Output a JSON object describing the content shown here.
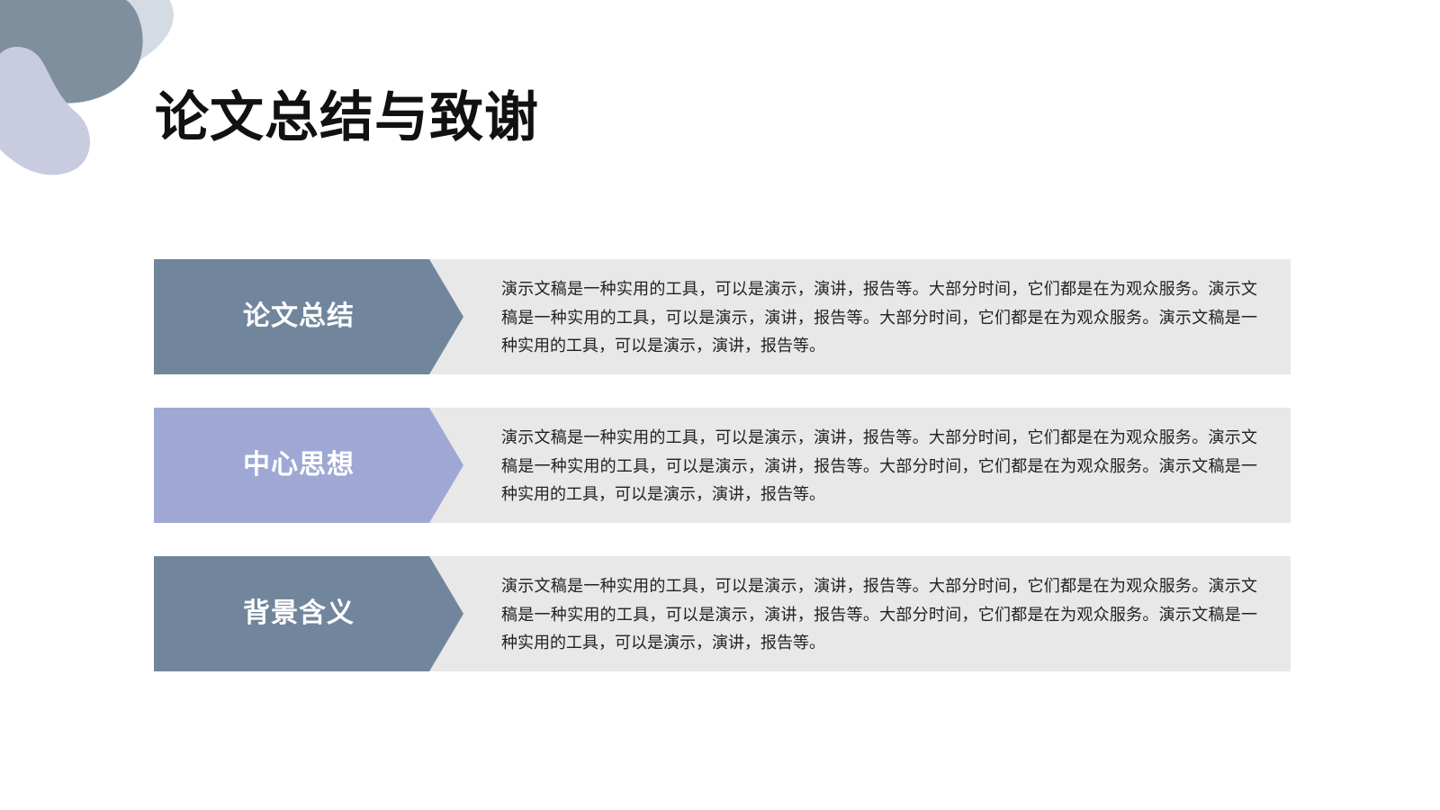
{
  "slide": {
    "title": "论文总结与致谢",
    "colors": {
      "slate": "#71869c",
      "lavender": "#9fa8d4",
      "panel": "#e8e8e8",
      "deco_light": "#d5dbe2",
      "deco_mid": "#808f9e",
      "deco_lavender": "#c9cbe1"
    },
    "items": [
      {
        "label": "论文总结",
        "text": "演示文稿是一种实用的工具，可以是演示，演讲，报告等。大部分时间，它们都是在为观众服务。演示文稿是一种实用的工具，可以是演示，演讲，报告等。大部分时间，它们都是在为观众服务。演示文稿是一种实用的工具，可以是演示，演讲，报告等。",
        "color": "#71869c"
      },
      {
        "label": "中心思想",
        "text": "演示文稿是一种实用的工具，可以是演示，演讲，报告等。大部分时间，它们都是在为观众服务。演示文稿是一种实用的工具，可以是演示，演讲，报告等。大部分时间，它们都是在为观众服务。演示文稿是一种实用的工具，可以是演示，演讲，报告等。",
        "color": "#9fa8d4"
      },
      {
        "label": "背景含义",
        "text": "演示文稿是一种实用的工具，可以是演示，演讲，报告等。大部分时间，它们都是在为观众服务。演示文稿是一种实用的工具，可以是演示，演讲，报告等。大部分时间，它们都是在为观众服务。演示文稿是一种实用的工具，可以是演示，演讲，报告等。",
        "color": "#71869c"
      }
    ]
  }
}
